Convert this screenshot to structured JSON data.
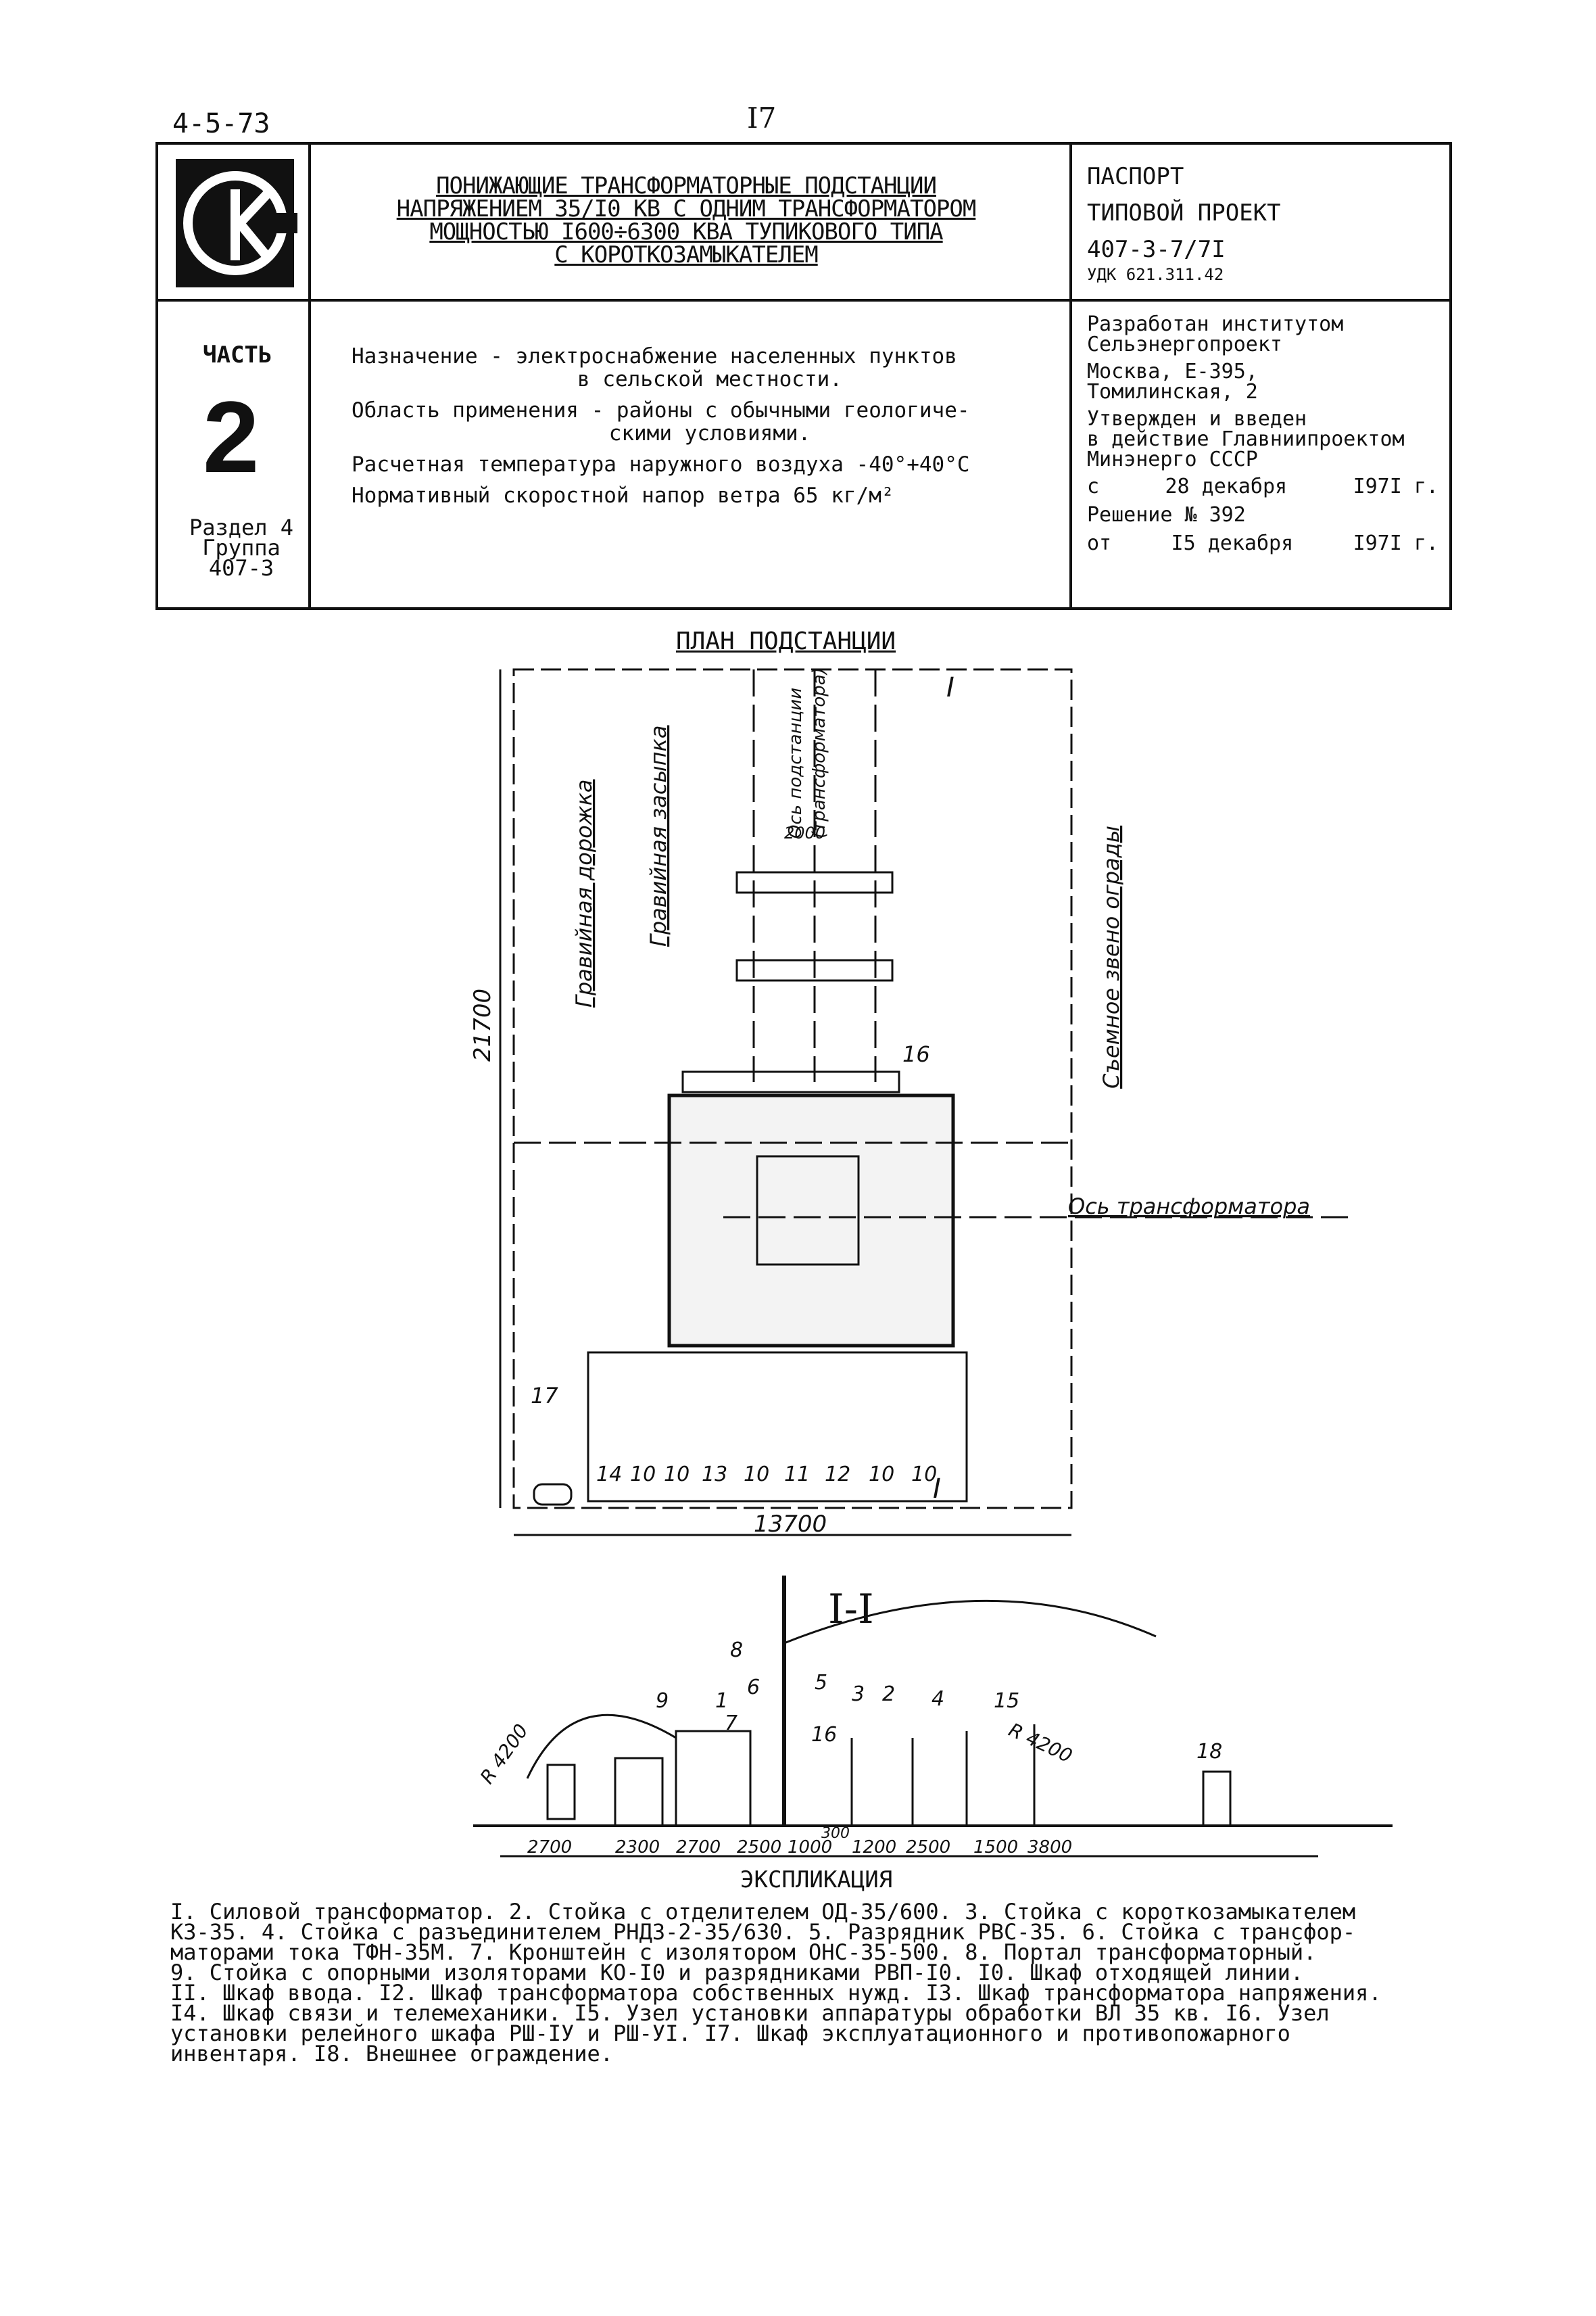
{
  "header": {
    "code": "4-5-73",
    "page_number": "I7"
  },
  "title": [
    "ПОНИЖАЮЩИЕ ТРАНСФОРМАТОРНЫЕ ПОДСТАНЦИИ",
    "НАПРЯЖЕНИЕМ 35/I0 КВ С ОДНИМ ТРАНСФОРМАТОРОМ",
    "МОЩНОСТЬЮ I600÷6300 КВА ТУПИКОВОГО ТИПА",
    "С КОРОТКОЗАМЫКАТЕЛЕМ"
  ],
  "passport": {
    "line1": "ПАСПОРТ",
    "line2": "ТИПОВОЙ ПРОЕКТ",
    "line3": "407-3-7/7I",
    "udk": "УДК 621.311.42"
  },
  "part": {
    "label": "ЧАСТЬ",
    "number": "2",
    "razdel": "Раздел 4",
    "gruppa": "Группа",
    "gruppa_num": "407-3"
  },
  "main": {
    "p1a": "Назначение - электроснабжение населенных пунктов",
    "p1b": "в сельской местности.",
    "p2a": "Область применения - районы с обычными геологиче-",
    "p2b": "скими условиями.",
    "p3": "Расчетная температура наружного воздуха -40°+40°С",
    "p4": "Нормативный скоростной напор ветра 65 кг/м²"
  },
  "developer": {
    "l1": "Разработан институтом",
    "l2": "Сельэнергопроект",
    "l3": "Москва, Е-395,",
    "l4": "Томилинская, 2",
    "l5": "Утвержден и введен",
    "l6": "в действие Главниипроектом",
    "l7": "Минэнерго СССР",
    "date_from": "с",
    "date_day": "28 декабря",
    "date_year": "I97I г.",
    "decision": "Решение № 392",
    "dec_from": "от",
    "dec_day": "I5 декабря",
    "dec_year": "I97I г."
  },
  "plan": {
    "title": "ПЛАН ПОДСТАНЦИИ",
    "label_road": "Гравийная дорожка",
    "label_fill": "Гравийная засыпка",
    "label_axis_sub": "Ось подстанции",
    "label_axis_sub2": "(трансформатора)",
    "label_removable": "Съемное звено ограды",
    "label_axis_tr": "Ось трансформатора",
    "dim_height": "21700",
    "dim_width": "13700",
    "dim_2000": "2000",
    "section_mark": "I",
    "cells": [
      "14",
      "10",
      "10",
      "13",
      "10",
      "11",
      "12",
      "10",
      "10"
    ],
    "callout_16": "16",
    "callout_17": "17"
  },
  "section": {
    "title": "I-I",
    "radius_left": "R 4200",
    "radius_right": "R 4200",
    "callouts": [
      "9",
      "1",
      "7",
      "8",
      "6",
      "5",
      "16",
      "3",
      "2",
      "4",
      "15",
      "18"
    ],
    "dims": [
      "2700",
      "2300",
      "2700",
      "2500",
      "1000",
      "300",
      "1200",
      "2500",
      "1500",
      "3800"
    ]
  },
  "explication": {
    "title": "ЭКСПЛИКАЦИЯ",
    "lines": [
      "I. Силовой трансформатор. 2. Стойка с отделителем ОД-35/600. 3. Стойка с короткозамыкателем",
      "КЗ-35. 4. Стойка с разъединителем РНДЗ-2-35/630. 5. Разрядник РВС-35. 6. Стойка с трансфор-",
      "маторами тока ТФН-35М. 7. Кронштейн с изолятором ОНС-35-500. 8. Портал трансформаторный.",
      "9. Стойка с опорными изоляторами КО-I0 и разрядниками РВП-I0. I0. Шкаф отходящей линии.",
      "II. Шкаф ввода. I2. Шкаф трансформатора собственных нужд. I3. Шкаф трансформатора напряжения.",
      "I4. Шкаф связи и телемеханики. I5. Узел установки аппаратуры обработки ВЛ 35 кв. I6. Узел",
      "установки релейного шкафа РШ-IУ и РШ-УI. I7. Шкаф эксплуатационного и противопожарного",
      "инвентаря. I8. Внешнее ограждение."
    ]
  }
}
